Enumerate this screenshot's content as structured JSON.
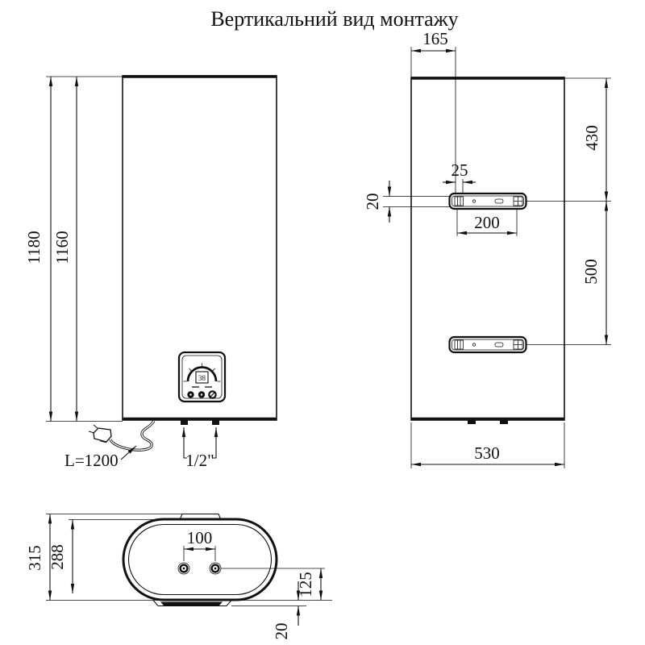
{
  "title": "Вертикальний вид монтажу",
  "views": {
    "front": {
      "dim_total_height": "1180",
      "dim_body_height": "1160",
      "cable_label": "L=1200",
      "pipe_label": "1/2\"",
      "display_temp": "38"
    },
    "back": {
      "dim_bracket_offset_x": "165",
      "dim_slot_width": "25",
      "dim_bracket_height": "20",
      "dim_hole_spacing": "200",
      "dim_bracket_from_top": "430",
      "dim_bracket_spacing": "500",
      "dim_width": "530"
    },
    "bottom": {
      "dim_depth_total": "315",
      "dim_depth_body": "288",
      "dim_pipe_spacing": "100",
      "dim_pipe_offset": "125",
      "dim_wall_gap": "20"
    }
  }
}
